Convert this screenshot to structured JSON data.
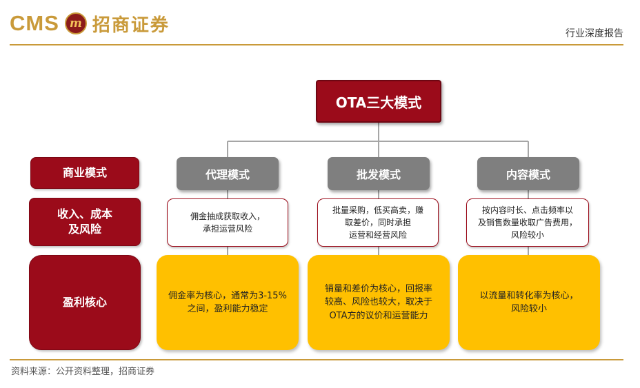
{
  "header": {
    "logo_letters": "CMS",
    "logo_emblem": "m",
    "logo_brand": "招商证券",
    "report_type": "行业深度报告"
  },
  "diagram": {
    "title": "OTA三大模式",
    "row_labels": [
      {
        "text": "商业模式"
      },
      {
        "text": "收入、成本\n及风险"
      },
      {
        "text": "盈利核心"
      }
    ],
    "columns": [
      {
        "mode": "代理模式",
        "revenue": "佣金抽成获取收入，\n承担运营风险",
        "core": "佣金率为核心，通常为3-15%\n之间，盈利能力稳定"
      },
      {
        "mode": "批发模式",
        "revenue": "批量采购，低买高卖，赚\n取差价，同时承担\n运营和经营风险",
        "core": "销量和差价为核心，回报率\n较高、风险也较大，取决于\nOTA方的议价和运营能力"
      },
      {
        "mode": "内容模式",
        "revenue": "按内容时长、点击频率以\n及销售数量收取广告费用，\n风险较小",
        "core": "以流量和转化率为核心，\n风险较小"
      }
    ],
    "colors": {
      "dark_red": "#9b0b1a",
      "gray": "#7f7f7f",
      "gold": "#ffc000",
      "brand_gold": "#c99a3a"
    }
  },
  "footer": {
    "source": "资料来源：公开资料整理，招商证券"
  }
}
